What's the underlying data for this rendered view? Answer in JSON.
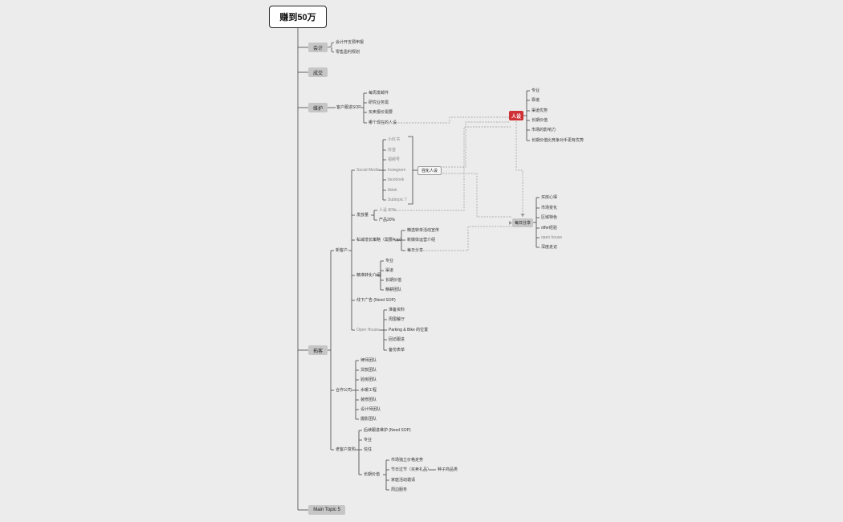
{
  "root": "赚到50万",
  "main_topics": [
    "会计",
    "成交",
    "维护",
    "拓客",
    "Main Topic 5"
  ],
  "kuaiji": [
    "会计开支预申报",
    "零售盈利规划"
  ],
  "weihu": {
    "sop": "客户跟进SOP",
    "items": [
      "每周发邮件",
      "研究业务需",
      "买卖报价需要",
      "哪个现在的人设"
    ]
  },
  "renshe": {
    "label": "人设",
    "items": [
      "专业",
      "靠谱",
      "渠道优势",
      "长期价值",
      "市场的影响力",
      "长期价值比竞争对手更有优势"
    ]
  },
  "tuoke_branches": [
    "新客户",
    "合作公司",
    "老客户复购"
  ],
  "xinkehu": [
    "发放量",
    "私域增长策略（需要App）",
    "精准转化介绍",
    "线下广告 (Need SOP)",
    "Open House"
  ],
  "social_media": {
    "label": "Social Media",
    "items": [
      "小红书",
      "抖音",
      "视频号",
      "Instagram",
      "facebook",
      "tiktok",
      "Subtopic 7"
    ],
    "tag": "强化人设"
  },
  "fafangliang": [
    "人设 80%",
    "产品20%"
  ],
  "siyu": [
    "精选转单活动宣传",
    "新媒体运营介绍",
    "每日分享"
  ],
  "meiri_fenxiang": {
    "label": "每日分享",
    "items": [
      "买房心得",
      "市场变化",
      "区域特色",
      "offer经验",
      "open house",
      "深度走访"
    ]
  },
  "jingzhun": [
    "专业",
    "渠道",
    "长期价值",
    "精耕团队"
  ],
  "open_house": [
    "准备资料",
    "周围餐厅",
    "Parking & Bike 的位置",
    "回访跟进",
    "备份表单"
  ],
  "hezuo": [
    "律师团队",
    "贷款团队",
    "验房团队",
    "水暖工程",
    "装修团队",
    "设计师团队",
    "摄影团队"
  ],
  "laokehu": {
    "sop": "后续跟进维护 (Need SOP)",
    "items": [
      "专业",
      "信任",
      "长期价值"
    ],
    "changqi": [
      "市场独立价格走势",
      "节日过节（买卖礼品）",
      "家庭活动邀请",
      "周边服务"
    ],
    "gift": "种子商品类"
  }
}
